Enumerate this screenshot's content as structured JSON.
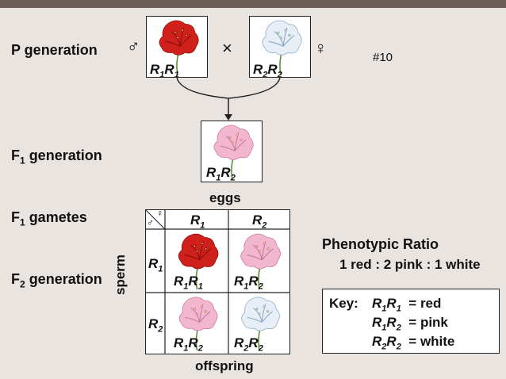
{
  "labels": {
    "p_generation": "P generation",
    "f1_generation_main": "F",
    "f1_generation_sub": "1",
    "f1_generation_rest": " generation",
    "f1_gametes_main": "F",
    "f1_gametes_sub": "1",
    "f1_gametes_rest": " gametes",
    "f2_generation_main": "F",
    "f2_generation_sub": "2",
    "f2_generation_rest": " generation",
    "eggs": "eggs",
    "sperm": "sperm",
    "offspring": "offspring",
    "tag": "#10",
    "male_symbol": "♂",
    "female_symbol": "♀",
    "cross_symbol": "×"
  },
  "genotypes": {
    "r1r1": {
      "a": "R",
      "a_sub": "1",
      "b": "R",
      "b_sub": "1"
    },
    "r2r2": {
      "a": "R",
      "a_sub": "2",
      "b": "R",
      "b_sub": "2"
    },
    "r1r2": {
      "a": "R",
      "a_sub": "1",
      "b": "R",
      "b_sub": "2"
    }
  },
  "gametes": {
    "egg1": {
      "a": "R",
      "a_sub": "1"
    },
    "egg2": {
      "a": "R",
      "a_sub": "2"
    },
    "sperm1": {
      "a": "R",
      "a_sub": "1"
    },
    "sperm2": {
      "a": "R",
      "a_sub": "2"
    }
  },
  "phenotypic_ratio": {
    "title": "Phenotypic Ratio",
    "ratio": "1 red : 2 pink : 1 white"
  },
  "key": {
    "label": "Key:",
    "rows": [
      {
        "a": "R",
        "a_sub": "1",
        "b": "R",
        "b_sub": "1",
        "eq": "=",
        "color": "red"
      },
      {
        "a": "R",
        "a_sub": "1",
        "b": "R",
        "b_sub": "2",
        "eq": "=",
        "color": "pink"
      },
      {
        "a": "R",
        "a_sub": "2",
        "b": "R",
        "b_sub": "2",
        "eq": "=",
        "color": "white"
      }
    ]
  },
  "colors": {
    "red": "#d0201c",
    "pink": "#f2b6cf",
    "white": "#e7eef5",
    "background": "#e9e4e0"
  }
}
